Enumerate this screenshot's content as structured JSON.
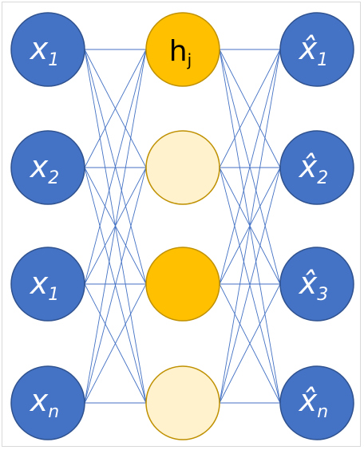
{
  "diagram": {
    "colors": {
      "input_fill": "#4472c4",
      "output_fill": "#4472c4",
      "node_stroke": "#2f528f",
      "hidden_active_fill": "#ffc000",
      "hidden_inactive_fill": "#fff2cc",
      "hidden_stroke": "#bf9000",
      "edge": "#4472c4",
      "label_light": "#ffffff",
      "label_dark": "#000000"
    },
    "input_layer": [
      {
        "base": "x",
        "sub": "1"
      },
      {
        "base": "x",
        "sub": "2"
      },
      {
        "base": "x",
        "sub": "1"
      },
      {
        "base": "x",
        "sub": "n"
      }
    ],
    "hidden_layer": [
      {
        "base": "h",
        "sub": "j",
        "active": true
      },
      {
        "base": "",
        "sub": "",
        "active": false
      },
      {
        "base": "",
        "sub": "",
        "active": true
      },
      {
        "base": "",
        "sub": "",
        "active": false
      }
    ],
    "output_layer": [
      {
        "base": "x̂",
        "sub": "1"
      },
      {
        "base": "x̂",
        "sub": "2"
      },
      {
        "base": "x̂",
        "sub": "3"
      },
      {
        "base": "x̂",
        "sub": "n"
      }
    ]
  }
}
